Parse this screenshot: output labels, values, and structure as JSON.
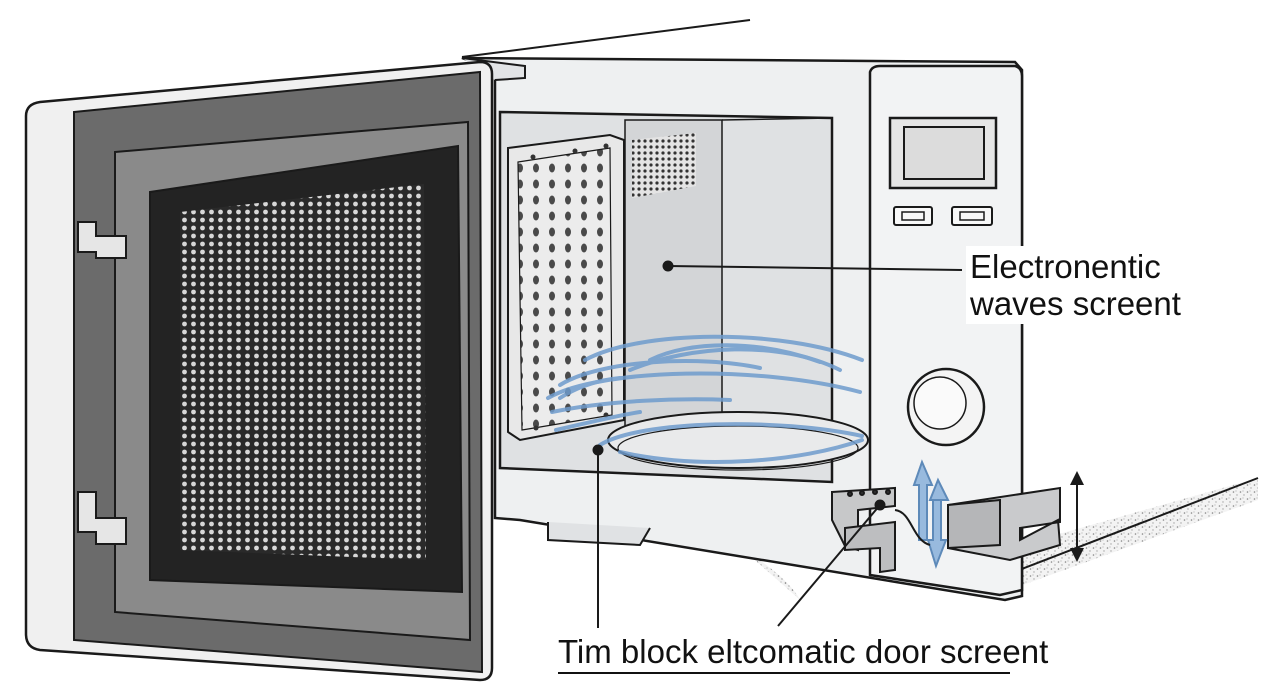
{
  "labels": {
    "waves_line1": "Electronentic",
    "waves_line2": "waves screent",
    "door_label": "Tim block eltcomatic door screent"
  },
  "icons": [
    "up-down-arrow-icon",
    "double-arrow-icon"
  ],
  "colors": {
    "line": "#1a1a1a",
    "body": "#eef0f1",
    "door_frame": "#6c6c6c",
    "door_glass": "#2b2b2b",
    "waves": "#6f9ccd",
    "counter": "#efefef"
  }
}
